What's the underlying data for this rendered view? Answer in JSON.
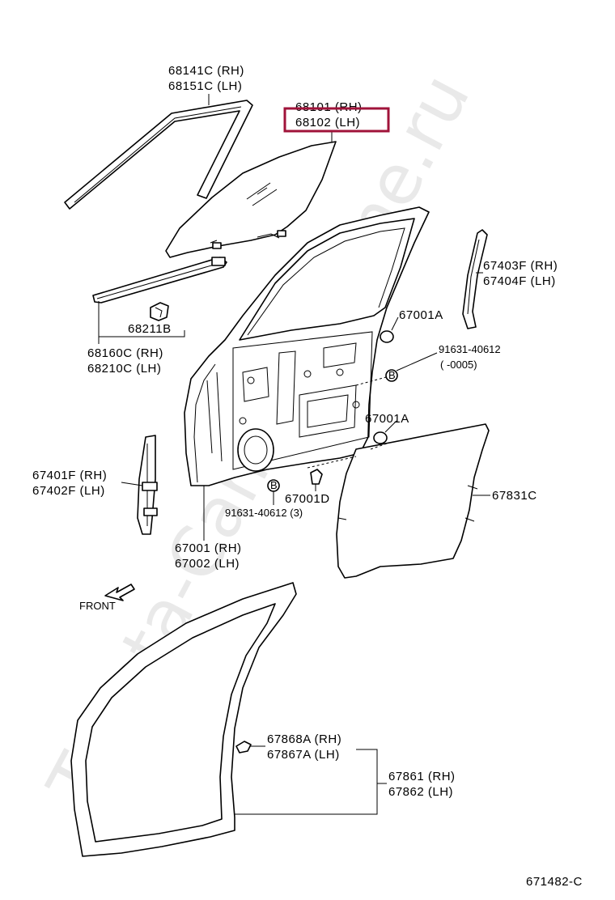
{
  "watermark": "Toyota-Camry-online.ru",
  "highlight_color": "#a0133a",
  "callouts": {
    "c68141": {
      "rh": "68141C (RH)",
      "lh": "68151C (LH)"
    },
    "c68101": {
      "rh": "68101 (RH)",
      "lh": "68102 (LH)"
    },
    "c68211": {
      "label": "68211B"
    },
    "c68160": {
      "rh": "68160C (RH)",
      "lh": "68210C (LH)"
    },
    "c67403": {
      "rh": "67403F (RH)",
      "lh": "67404F (LH)"
    },
    "c67001a1": {
      "label": "67001A"
    },
    "c91631a": {
      "line1": "91631-40612",
      "line2": "(         -0005)"
    },
    "c67001a2": {
      "label": "67001A"
    },
    "c67831": {
      "label": "67831C"
    },
    "c67401": {
      "rh": "67401F (RH)",
      "lh": "67402F (LH)"
    },
    "c67001d": {
      "label": "67001D"
    },
    "c91631b": {
      "label": "91631-40612 (3)"
    },
    "c67001": {
      "rh": "67001 (RH)",
      "lh": "67002 (LH)"
    },
    "front": {
      "label": "FRONT"
    },
    "c67868": {
      "rh": "67868A (RH)",
      "lh": "67867A (LH)"
    },
    "c67861": {
      "rh": "67861 (RH)",
      "lh": "67862 (LH)"
    },
    "diagram_code": "671482-C"
  }
}
